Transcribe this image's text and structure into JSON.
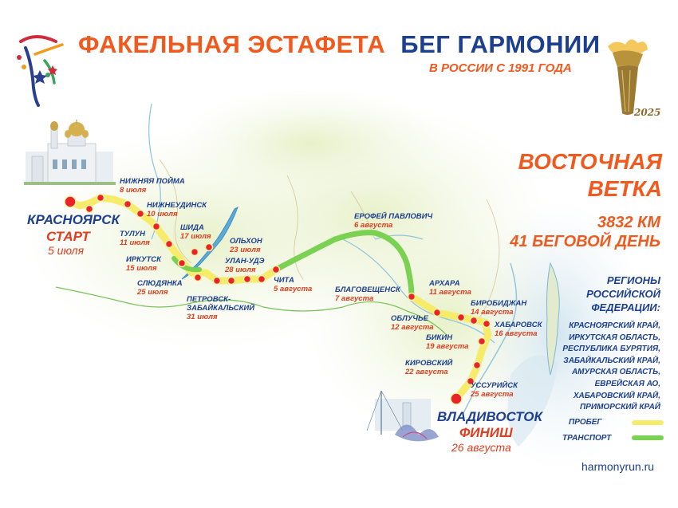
{
  "header": {
    "title_orange": "ФАКЕЛЬНАЯ ЭСТАФЕТА",
    "title_blue": "БЕГ ГАРМОНИИ",
    "subtitle": "В РОССИИ С 1991 ГОДА",
    "year": "2025"
  },
  "branch": {
    "line1": "ВОСТОЧНАЯ",
    "line2": "ВЕТКА",
    "distance": "3832 КМ",
    "days": "41 БЕГОВОЙ ДЕНЬ"
  },
  "regions": {
    "title": "РЕГИОНЫ РОССИЙСКОЙ ФЕДЕРАЦИИ:",
    "items": [
      "КРАСНОЯРСКИЙ КРАЙ,",
      "ИРКУТСКАЯ ОБЛАСТЬ,",
      "РЕСПУБЛИКА БУРЯТИЯ,",
      "ЗАБАЙКАЛЬСКИЙ КРАЙ,",
      "АМУРСКАЯ ОБЛАСТЬ,",
      "ЕВРЕЙСКАЯ АО,",
      "ХАБАРОВСКИЙ КРАЙ,",
      "ПРИМОРСКИЙ КРАЙ"
    ]
  },
  "legend": {
    "run": "ПРОБЕГ",
    "transport": "ТРАНСПОРТ"
  },
  "colors": {
    "run": "#f7ec6a",
    "transport": "#7ad152",
    "stop": "#e8232a",
    "accent": "#f05a1e",
    "navy": "#1d3f8f"
  },
  "start": {
    "city": "КРАСНОЯРСК",
    "role": "СТАРТ",
    "date": "5 июля"
  },
  "finish": {
    "city": "ВЛАДИВОСТОК",
    "role": "ФИНИШ",
    "date": "26 августа"
  },
  "stops": [
    {
      "name": "НИЖНЯЯ ПОЙМА",
      "date": "8 июля"
    },
    {
      "name": "НИЖНЕУДИНСК",
      "date": "10 июля"
    },
    {
      "name": "ТУЛУН",
      "date": "11 июля"
    },
    {
      "name": "ШИДА",
      "date": "17 июля"
    },
    {
      "name": "ИРКУТСК",
      "date": "15 июля"
    },
    {
      "name": "ОЛЬХОН",
      "date": "23 июля"
    },
    {
      "name": "УЛАН-УДЭ",
      "date": "28 июля"
    },
    {
      "name": "СЛЮДЯНКА",
      "date": "25 июля"
    },
    {
      "name": "ЧИТА",
      "date": "5 августа"
    },
    {
      "name": "ПЕТРОВСК-ЗАБАЙКАЛЬСКИЙ",
      "date": "31 июля"
    },
    {
      "name": "ЕРОФЕЙ ПАВЛОВИЧ",
      "date": "6 августа"
    },
    {
      "name": "БЛАГОВЕЩЕНСК",
      "date": "7 августа"
    },
    {
      "name": "АРХАРА",
      "date": "11 августа"
    },
    {
      "name": "БИРОБИДЖАН",
      "date": "14 августа"
    },
    {
      "name": "ОБЛУЧЬЕ",
      "date": "12 августа"
    },
    {
      "name": "ХАБАРОВСК",
      "date": "16 августа"
    },
    {
      "name": "БИКИН",
      "date": "19 августа"
    },
    {
      "name": "КИРОВСКИЙ",
      "date": "22 августа"
    },
    {
      "name": "УССУРИЙСК",
      "date": "25 августа"
    }
  ],
  "website": "harmonyrun.ru"
}
